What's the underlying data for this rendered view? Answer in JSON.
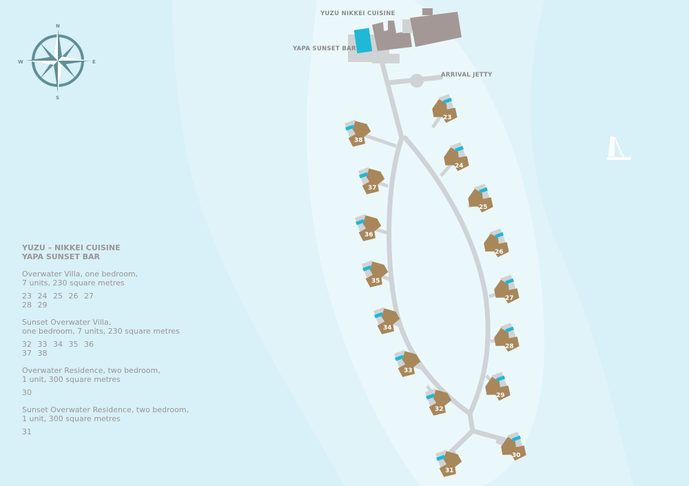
{
  "labels": {
    "restaurant": "YUZU NIKKEI CUISINE",
    "bar": "YAPA SUNSET BAR",
    "jetty": "ARRIVAL JETTY"
  },
  "compass": {
    "n": "N",
    "e": "E",
    "s": "S",
    "w": "W"
  },
  "legend": {
    "heading1": "YUZU – NIKKEI CUISINE",
    "heading2": "YAPA SUNSET BAR",
    "groups": [
      {
        "line1": "Overwater Villa, one bedroom,",
        "line2": "7 units, 230 square metres",
        "nums1": "23 24 25 26 27",
        "nums2": "28 29"
      },
      {
        "line1": "Sunset Overwater Villa,",
        "line2": "one bedroom, 7 units, 230 square metres",
        "nums1": "32 33 34 35 36",
        "nums2": "37 38"
      },
      {
        "line1": "Overwater Residence, two bedroom,",
        "line2": "1 unit, 300 square metres",
        "nums1": "30",
        "nums2": ""
      },
      {
        "line1": "Sunset Overwater Residence, two bedroom,",
        "line2": "1 unit, 300 square metres",
        "nums1": "31",
        "nums2": ""
      }
    ]
  },
  "villas": [
    "23",
    "24",
    "25",
    "26",
    "27",
    "28",
    "29",
    "30",
    "31",
    "32",
    "33",
    "34",
    "35",
    "36",
    "37",
    "38"
  ],
  "icons": {
    "compass": "compass-rose-icon",
    "boat": "sailboat-icon"
  },
  "colors": {
    "villa": "#a8875a",
    "pool": "#1fb8d6",
    "building": "#a39896",
    "path": "#cfd3d5",
    "island": "#eaf8fb",
    "lagoon": "#e0f3f9",
    "sea": "#d8f0f7"
  }
}
